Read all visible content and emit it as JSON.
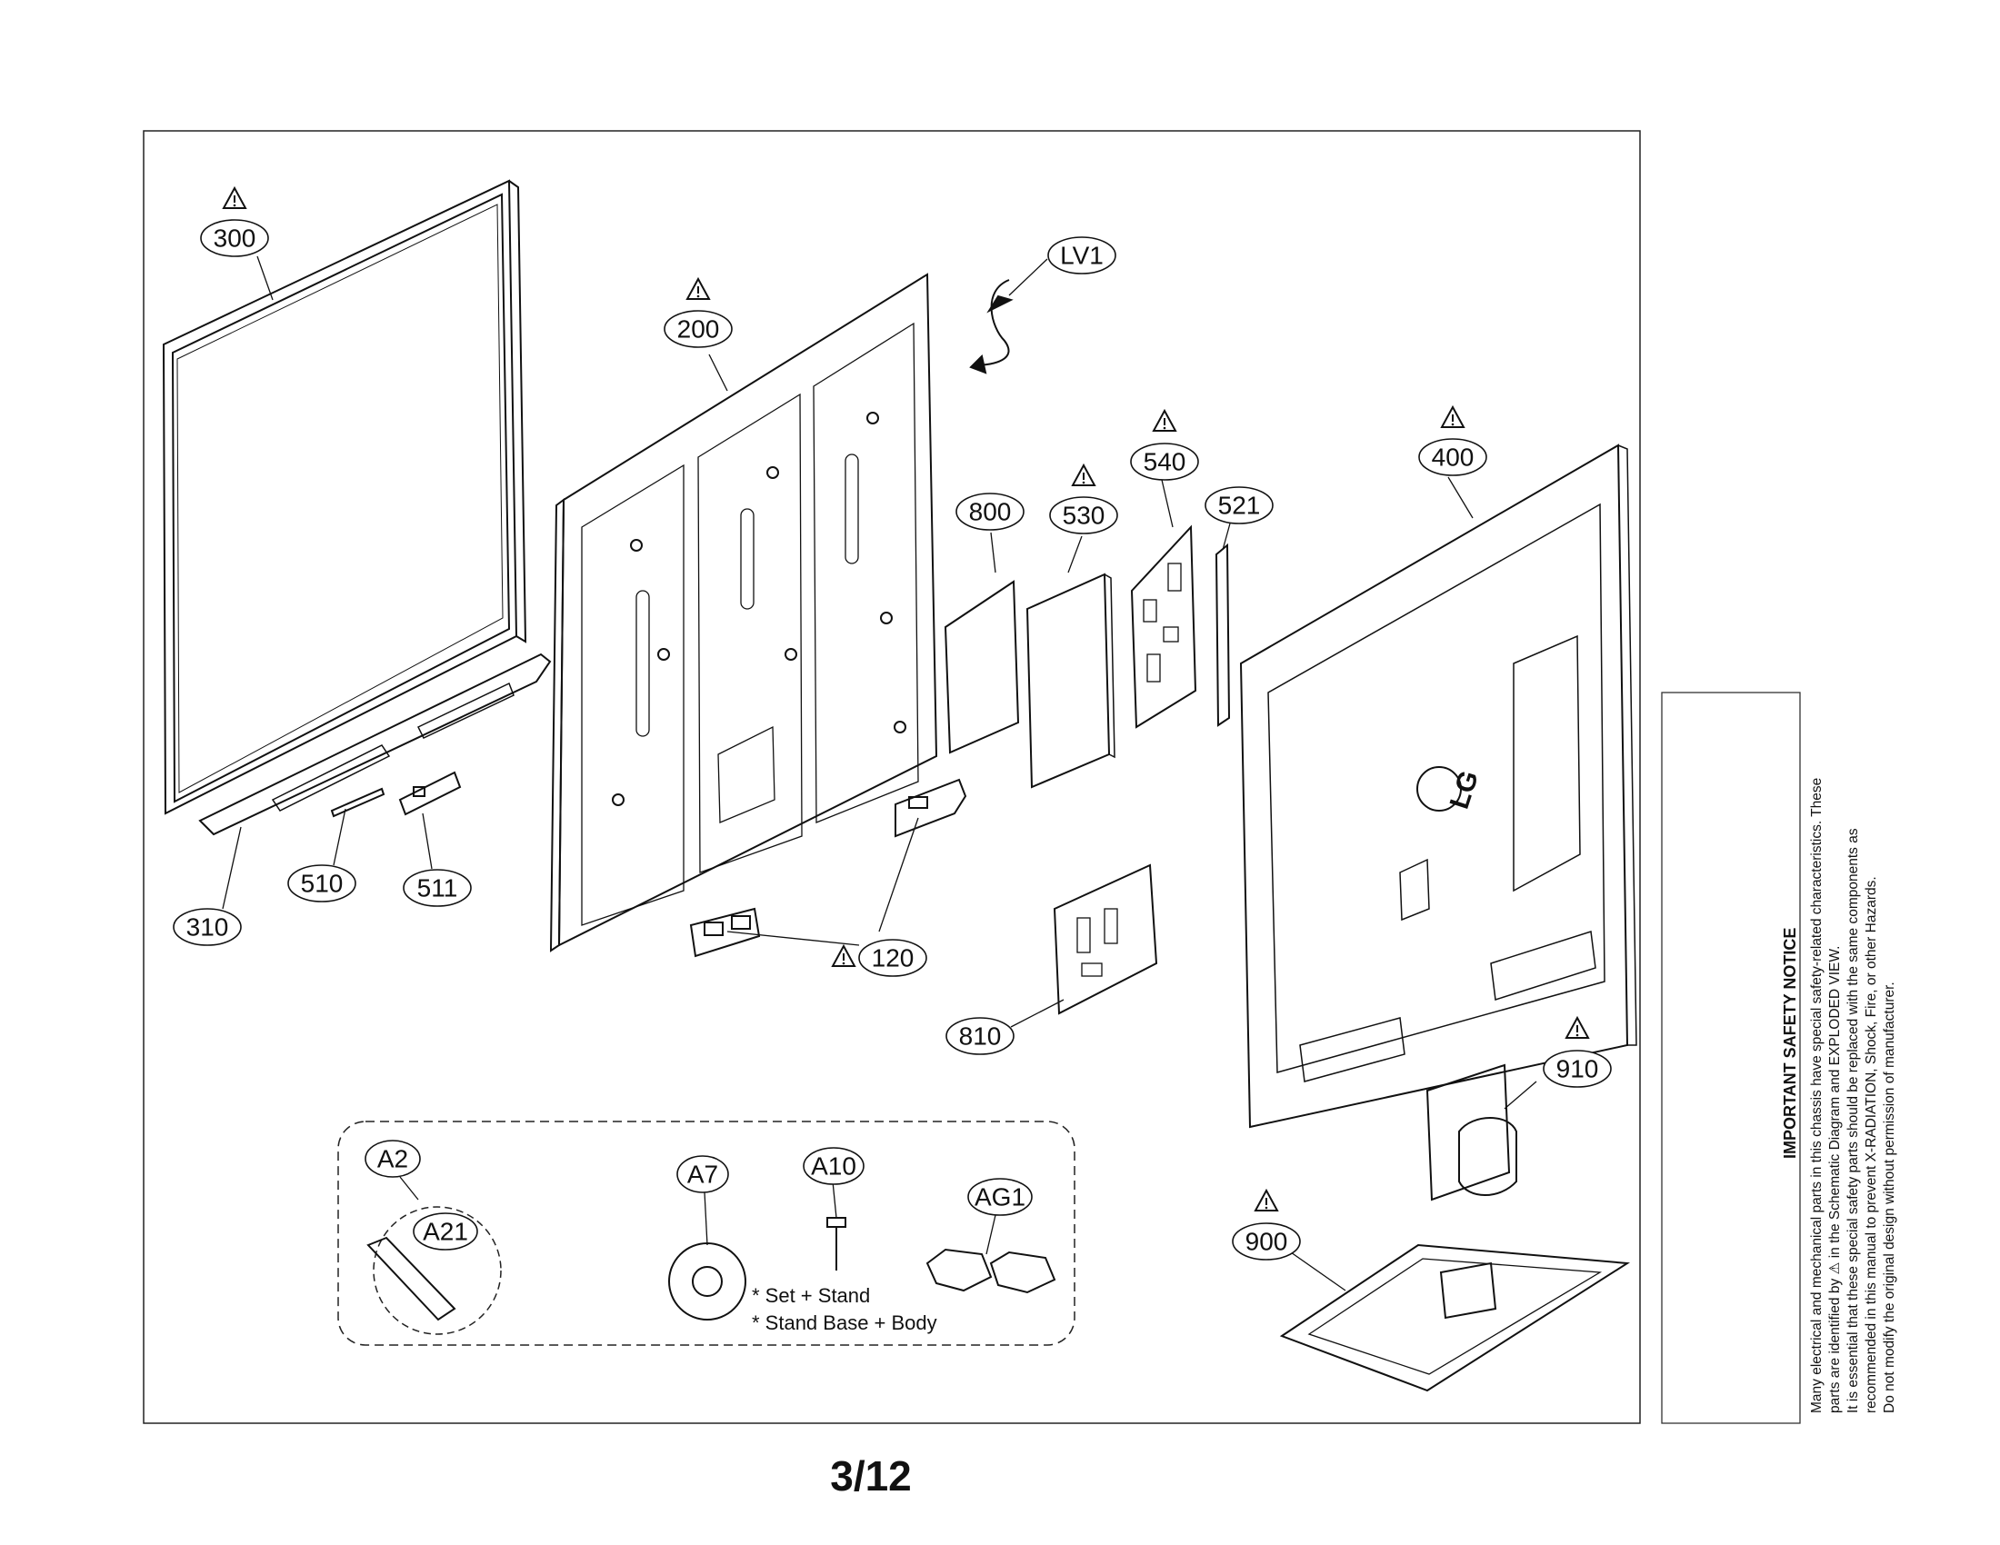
{
  "page": {
    "number": "3/12"
  },
  "safety_notice": {
    "title": "IMPORTANT SAFETY NOTICE",
    "lines": [
      "Many electrical and mechanical parts in this chassis have special safety-related characteristics. These",
      "parts are identified by ⚠ in the Schematic Diagram and EXPLODED VIEW.",
      "It is essential that these special safety parts should be replaced with the same components as",
      "recommended in this manual to prevent X-RADIATION, Shock, Fire, or other Hazards.",
      "Do not modify the original design without permission of manufacturer."
    ]
  },
  "parts": {
    "p300": "300",
    "p310": "310",
    "p200": "200",
    "lv1": "LV1",
    "p510": "510",
    "p511": "511",
    "p120": "120",
    "p800": "800",
    "p530": "530",
    "p540": "540",
    "p521": "521",
    "p400": "400",
    "p810": "810",
    "p910": "910",
    "p900": "900",
    "a2": "A2",
    "a21": "A21",
    "a7": "A7",
    "a10": "A10",
    "ag1": "AG1"
  },
  "accessories": {
    "note1": "* Set + Stand",
    "note2": "* Stand Base + Body"
  },
  "brand": {
    "logo_text": "LG"
  },
  "icons": {
    "safety_mark": "warning-triangle-icon"
  }
}
